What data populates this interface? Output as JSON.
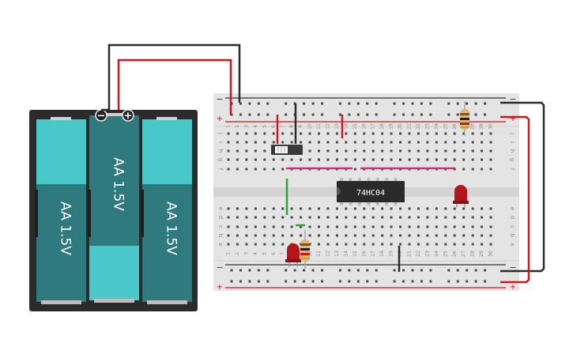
{
  "battery_pack": {
    "cells": [
      {
        "label": "AA 1.5V",
        "body_color": "#2e7a7f",
        "cap_color": "#49c7c9"
      },
      {
        "label": "AA 1.5V",
        "body_color": "#2e7a7f",
        "cap_color": "#49c7c9"
      },
      {
        "label": "AA 1.5V",
        "body_color": "#2e7a7f",
        "cap_color": "#49c7c9"
      }
    ],
    "negative_symbol": "−",
    "positive_symbol": "+",
    "case_color": "#2b2b2b"
  },
  "breadboard": {
    "rail_top_minus": "−",
    "rail_top_plus": "+",
    "rail_bottom_minus": "−",
    "rail_bottom_plus": "+",
    "row_labels_top": [
      "j",
      "i",
      "h",
      "g",
      "f"
    ],
    "row_labels_bottom": [
      "e",
      "d",
      "c",
      "b",
      "a"
    ],
    "column_numbers": [
      "1",
      "2",
      "3",
      "4",
      "5",
      "6",
      "7",
      "8",
      "9",
      "10",
      "11",
      "12",
      "13",
      "14",
      "15",
      "16",
      "17",
      "18",
      "19",
      "20",
      "21",
      "22",
      "23",
      "24",
      "25",
      "26",
      "27",
      "28",
      "29",
      "30"
    ],
    "board_color": "#e4e4e4"
  },
  "chip": {
    "label": "74HC04",
    "color": "#2a2a2a"
  },
  "components": {
    "led_color": "#b3161c",
    "resistor_color": "#d9b97a",
    "switch_color": "#3a3a3a"
  },
  "wires": {
    "red": "#d3141b",
    "black": "#2b2b2b",
    "green": "#2fa52f",
    "magenta": "#c8337a"
  }
}
